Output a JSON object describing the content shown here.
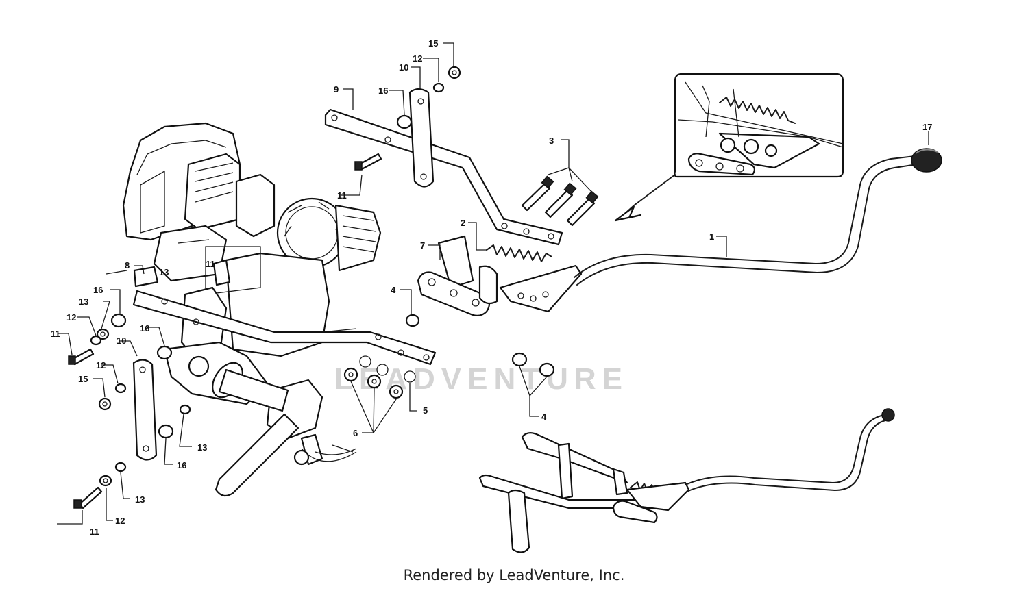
{
  "diagram": {
    "watermark": "LEADVENTURE",
    "credit": "Rendered by LeadVenture, Inc.",
    "callouts": [
      "1",
      "2",
      "3",
      "4",
      "4",
      "5",
      "6",
      "7",
      "8",
      "9",
      "10",
      "10",
      "11",
      "11",
      "11",
      "11",
      "12",
      "12",
      "12",
      "12",
      "13",
      "13",
      "13",
      "13",
      "15",
      "15",
      "16",
      "16",
      "16",
      "16",
      "17"
    ]
  }
}
